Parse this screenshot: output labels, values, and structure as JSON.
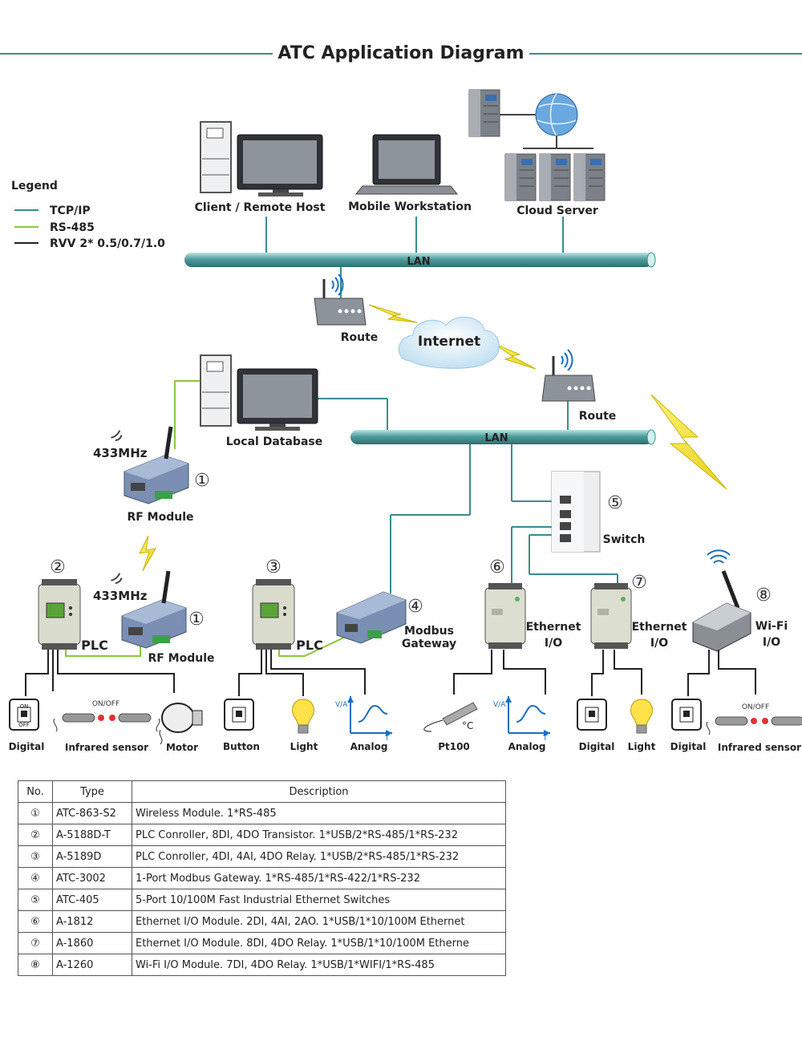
{
  "title": "ATC Application Diagram",
  "legend": {
    "heading": "Legend",
    "items": [
      {
        "label": "TCP/IP",
        "color": "#3a8c8c"
      },
      {
        "label": "RS-485",
        "color": "#8cc63f"
      },
      {
        "label": "RVV 2* 0.5/0.7/1.0",
        "color": "#222222"
      }
    ]
  },
  "nodes": {
    "client_host": "Client / Remote Host",
    "mobile_workstation": "Mobile Workstation",
    "cloud_server": "Cloud Server",
    "lan_top": "LAN",
    "route_top": "Route",
    "internet": "Internet",
    "route_right": "Route",
    "local_database": "Local Database",
    "lan_bottom": "LAN",
    "freq1": "433MHz",
    "rf_module_top": "RF Module",
    "num1a": "①",
    "switch": "Switch",
    "num5": "⑤",
    "num2": "②",
    "num3": "③",
    "freq2": "433MHz",
    "num1b": "①",
    "plc1": "PLC",
    "rf_module_bottom": "RF Module",
    "plc2": "PLC",
    "num4": "④",
    "modbus1": "Modbus",
    "modbus2": "Gateway",
    "num6": "⑥",
    "eth1a": "Ethernet",
    "eth1b": "I/O",
    "num7": "⑦",
    "eth2a": "Ethernet",
    "eth2b": "I/O",
    "num8": "⑧",
    "wifi1": "Wi-Fi",
    "wifi2": "I/O"
  },
  "devices": {
    "d1": "Digital",
    "d2": "Infrared sensor",
    "d3": "Motor",
    "d4": "Button",
    "d5": "Light",
    "d6": "Analog",
    "d7": "Pt100",
    "d8": "Analog",
    "d9": "Digital",
    "d10": "Light",
    "d11": "Digital",
    "d12": "Infrared sensor"
  },
  "device_marks": {
    "on": "ON",
    "off": "OFF",
    "onoff": "ON/OFF",
    "va": "V/A",
    "t": "T",
    "celsius": "°C"
  },
  "table": {
    "headers": [
      "No.",
      "Type",
      "Description"
    ],
    "rows": [
      {
        "no": "①",
        "type": "ATC-863-S2",
        "desc": "Wireless Module. 1*RS-485"
      },
      {
        "no": "②",
        "type": "A-5188D-T",
        "desc": "PLC Conroller, 8DI, 4DO Transistor. 1*USB/2*RS-485/1*RS-232"
      },
      {
        "no": "③",
        "type": "A-5189D",
        "desc": "PLC Conroller, 4DI, 4AI, 4DO Relay. 1*USB/2*RS-485/1*RS-232"
      },
      {
        "no": "④",
        "type": "ATC-3002",
        "desc": "1-Port Modbus Gateway. 1*RS-485/1*RS-422/1*RS-232"
      },
      {
        "no": "⑤",
        "type": "ATC-405",
        "desc": "5-Port 10/100M Fast Industrial Ethernet Switches"
      },
      {
        "no": "⑥",
        "type": "A-1812",
        "desc": "Ethernet I/O Module. 2DI, 4AI, 2AO. 1*USB/1*10/100M Ethernet"
      },
      {
        "no": "⑦",
        "type": "A-1860",
        "desc": "Ethernet I/O Module. 8DI, 4DO Relay. 1*USB/1*10/100M Etherne"
      },
      {
        "no": "⑧",
        "type": "A-1260",
        "desc": "Wi-Fi I/O Module. 7DI, 4DO Relay. 1*USB/1*WIFI/1*RS-485"
      }
    ]
  }
}
